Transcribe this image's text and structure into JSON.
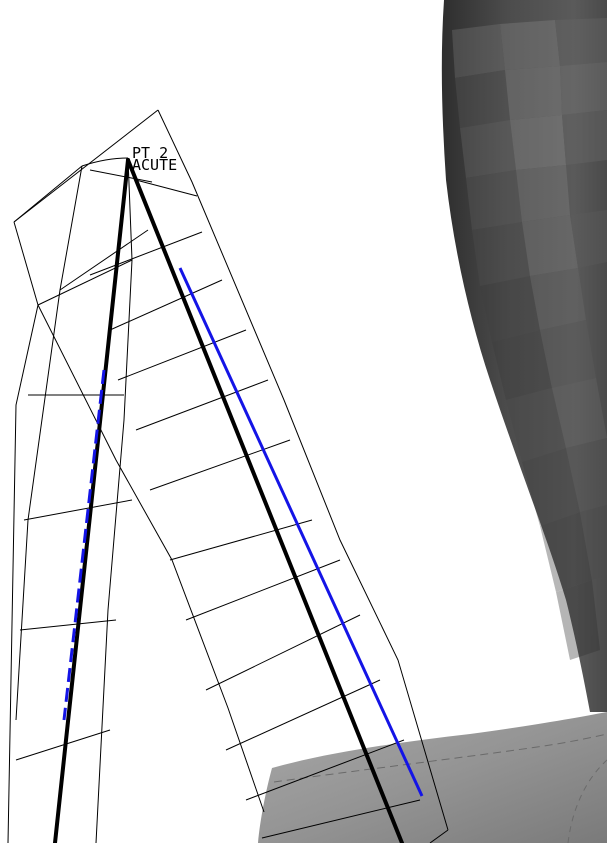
{
  "viewport": {
    "labels": {
      "point_id": "PT 2",
      "point_type": "ACUTE"
    },
    "colors": {
      "background": "#ffffff",
      "grid_line": "#000000",
      "skeleton_line": "#000000",
      "reference_line": "#1414e6",
      "dark_mesh": "#4a4a4a",
      "light_mesh": "#9a9a9a"
    },
    "objects": [
      "left-grid-strip",
      "right-grid-strip",
      "black-skeleton-lines",
      "blue-reference-lines",
      "dark-mesh-body",
      "light-mesh-lower-body"
    ]
  }
}
